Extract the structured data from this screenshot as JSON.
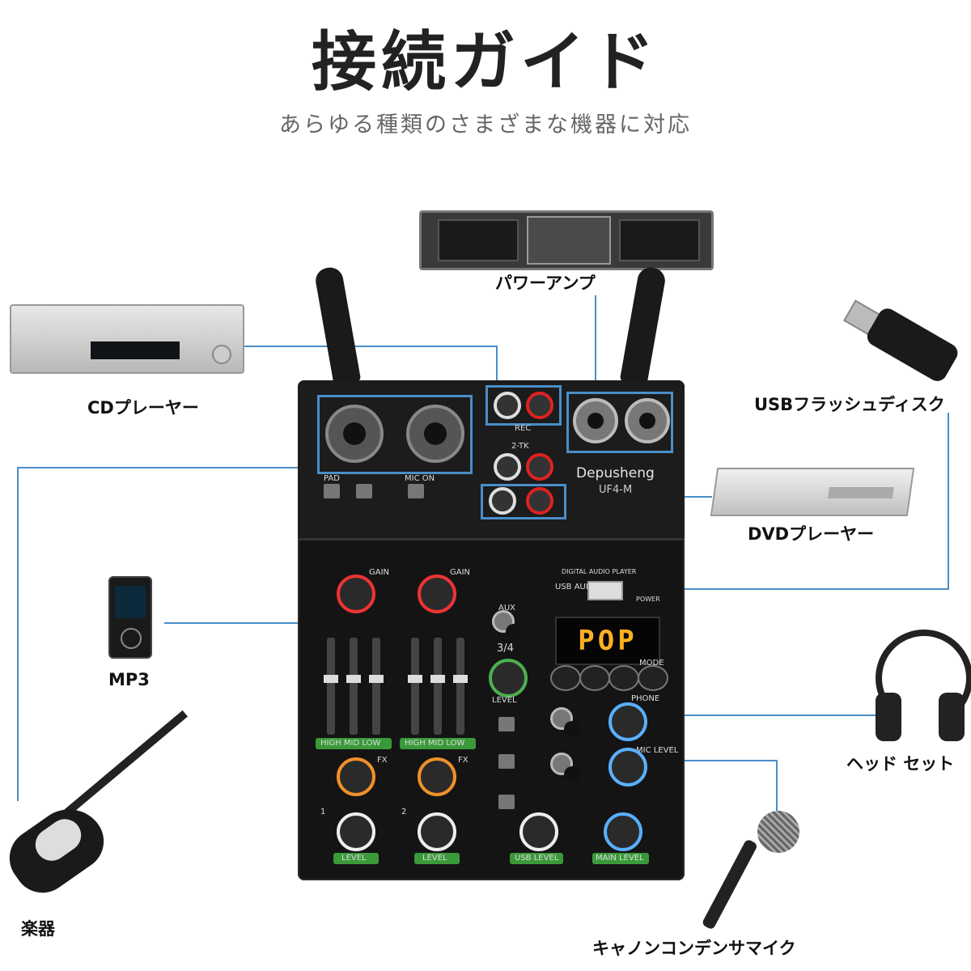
{
  "header": {
    "title": "接続ガイド",
    "subtitle": "あらゆる種類のさまざまな機器に対応"
  },
  "devices": {
    "power_amp": "パワーアンプ",
    "cd_player": "CDプレーヤー",
    "usb_flash": "USBフラッシュディスク",
    "dvd_player": "DVDプレーヤー",
    "mp3": "MP3",
    "headphones": "ヘッド セット",
    "instrument": "楽器",
    "condenser_mic": "キャノンコンデンサマイク"
  },
  "mixer": {
    "brand": "Depusheng",
    "model": "UF4-M",
    "display": "POP",
    "labels": {
      "rec": "REC",
      "two_tk": "2-TK",
      "gain_1": "GAIN",
      "gain_2": "GAIN",
      "aux": "AUX",
      "three_four": "3/4",
      "level_34": "LEVEL",
      "usb_audio": "USB AUDIO",
      "player": "DIGITAL AUDIO PLAYER",
      "power": "POWER",
      "phone": "PHONE",
      "mic_level": "MIC LEVEL",
      "mode": "MODE",
      "fx_1": "FX",
      "fx_2": "FX",
      "ch1": "1",
      "ch2": "2",
      "level_1": "LEVEL",
      "level_2": "LEVEL",
      "usb_level": "USB LEVEL",
      "main_level": "MAIN LEVEL",
      "eq_1": "HIGH  MID  LOW",
      "eq_2": "HIGH  MID  LOW",
      "pad": "PAD",
      "mic_on": "MIC ON"
    }
  },
  "colors": {
    "line": "#4a8ec8",
    "accent_display": "#ffb020"
  }
}
